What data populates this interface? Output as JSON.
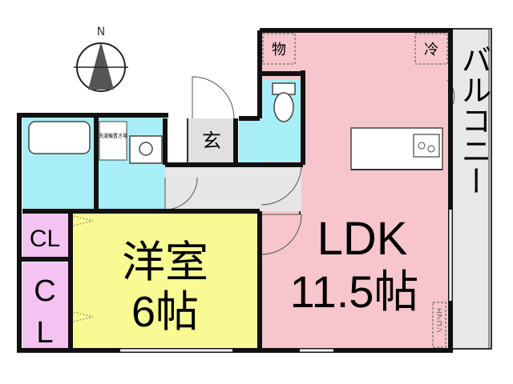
{
  "compass": {
    "north_label": "N"
  },
  "rooms": {
    "ldk": {
      "name": "LDK",
      "size": "11.5帖",
      "color": "#f6c6cc"
    },
    "western": {
      "name": "洋室",
      "size": "6帖",
      "color": "#fafa94"
    },
    "closet_small": {
      "label": "CL",
      "color": "#f5c3f2"
    },
    "closet_large": {
      "label_top": "C",
      "label_bottom": "L",
      "color": "#f5c3f2"
    },
    "entrance": {
      "label": "玄"
    },
    "storage": {
      "label": "物"
    },
    "fridge": {
      "label": "冷"
    },
    "laundry": {
      "label": "洗濯機置き場"
    },
    "aircon": {
      "label": "エアコン"
    },
    "balcony": {
      "label": "バルコニー",
      "color": "#e8e8e8"
    },
    "wet_area_color": "#a8eef6"
  }
}
